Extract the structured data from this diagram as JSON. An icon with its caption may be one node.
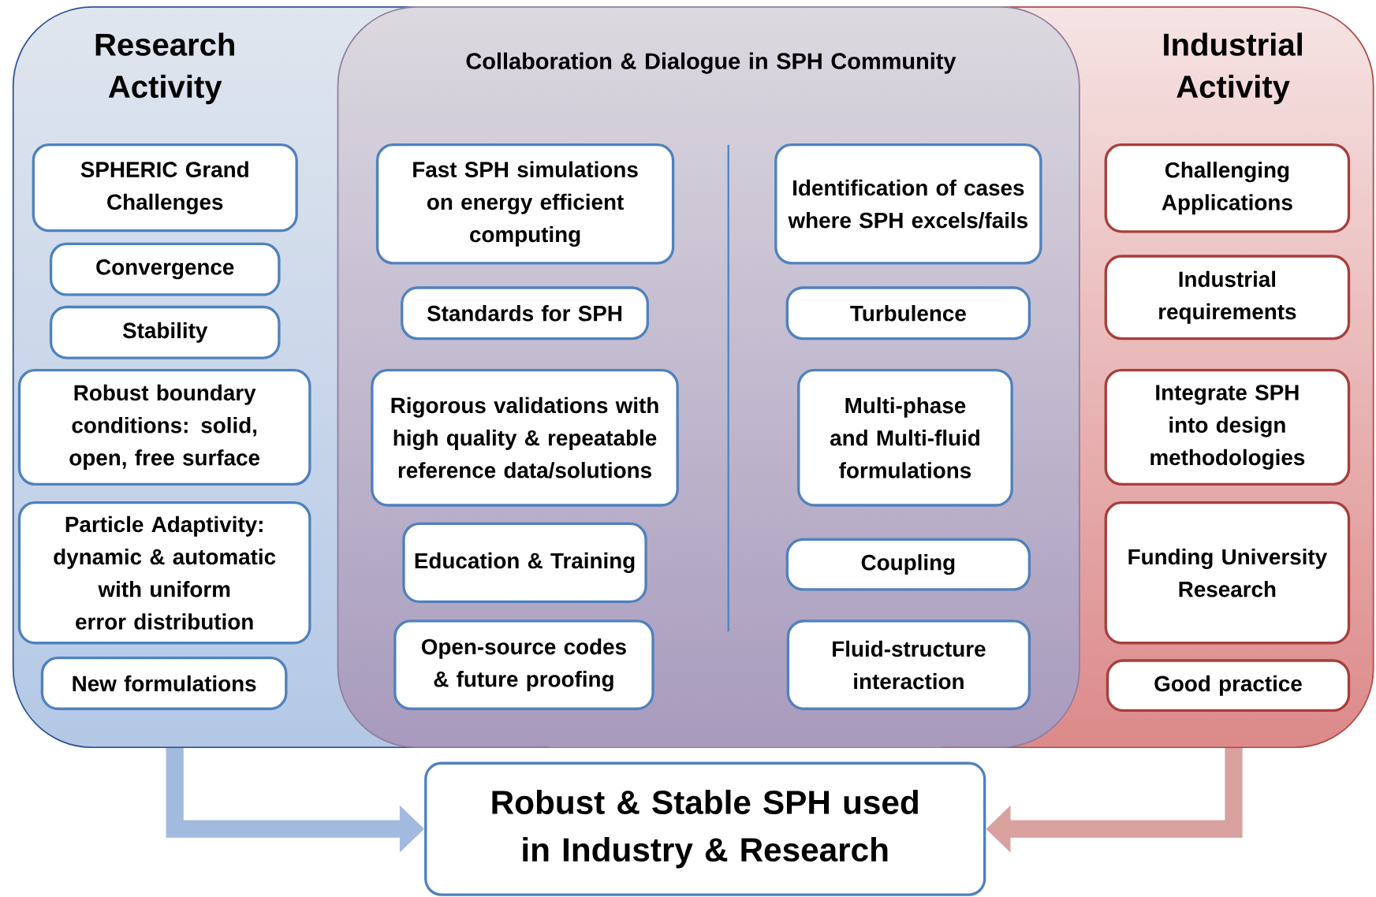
{
  "diagram": {
    "nodes": [
      {
        "text": [
          "Research Activity"
        ]
      },
      {
        "text": [
          "SPHERIC Grand Challenges"
        ],
        "in": 0
      },
      {
        "text": [
          "Convergence"
        ],
        "in": 0
      },
      {
        "text": [
          "Stability"
        ],
        "in": 0
      },
      {
        "text": [
          "Robust boundary conditions: solid, open, free surface"
        ],
        "in": 0
      },
      {
        "text": [
          "Particle Adaptivity: dynamic & automatic with uniform error distribution"
        ],
        "in": 0
      },
      {
        "text": [
          "New formulations"
        ],
        "in": 0
      },
      {
        "text": [
          "Collaboration & Dialogue in SPH Community"
        ]
      },
      {
        "text": [
          "Fast SPH simulations on energy efficient computing"
        ],
        "in": 7
      },
      {
        "text": [
          "Standards for SPH"
        ],
        "in": 7
      },
      {
        "text": [
          "Rigorous validations with high quality & repeatable reference data/solutions"
        ],
        "in": 7
      },
      {
        "text": [
          "Education & Training"
        ],
        "in": 7
      },
      {
        "text": [
          "Open-source codes & future proofing"
        ],
        "in": 7
      },
      {
        "text": [
          "Identification of cases where SPH excels/fails"
        ],
        "in": 7
      },
      {
        "text": [
          "Turbulence"
        ],
        "in": 7
      },
      {
        "text": [
          "Multi-phase and Multi-fluid formulations"
        ],
        "in": 7
      },
      {
        "text": [
          "Coupling"
        ],
        "in": 7
      },
      {
        "text": [
          "Fluid-structure interaction"
        ],
        "in": 7
      },
      {
        "text": [
          "Industrial Activity"
        ]
      },
      {
        "text": [
          "Challenging Applications"
        ],
        "in": 18
      },
      {
        "text": [
          "Industrial requirements"
        ],
        "in": 18
      },
      {
        "text": [
          "Integrate SPH into design methodologies"
        ],
        "in": 18
      },
      {
        "text": [
          "Funding University Research"
        ],
        "in": 18
      },
      {
        "text": [
          "Good practice"
        ],
        "in": 18
      },
      {
        "text": [
          "Robust & Stable SPH used in Industry & Research"
        ]
      }
    ],
    "edges": [
      {
        "from": 0,
        "to": 24,
        "arrow": "to",
        "color": "#a3badf"
      },
      {
        "from": 18,
        "to": 24,
        "arrow": "to",
        "color": "#d9a0a0"
      }
    ]
  }
}
